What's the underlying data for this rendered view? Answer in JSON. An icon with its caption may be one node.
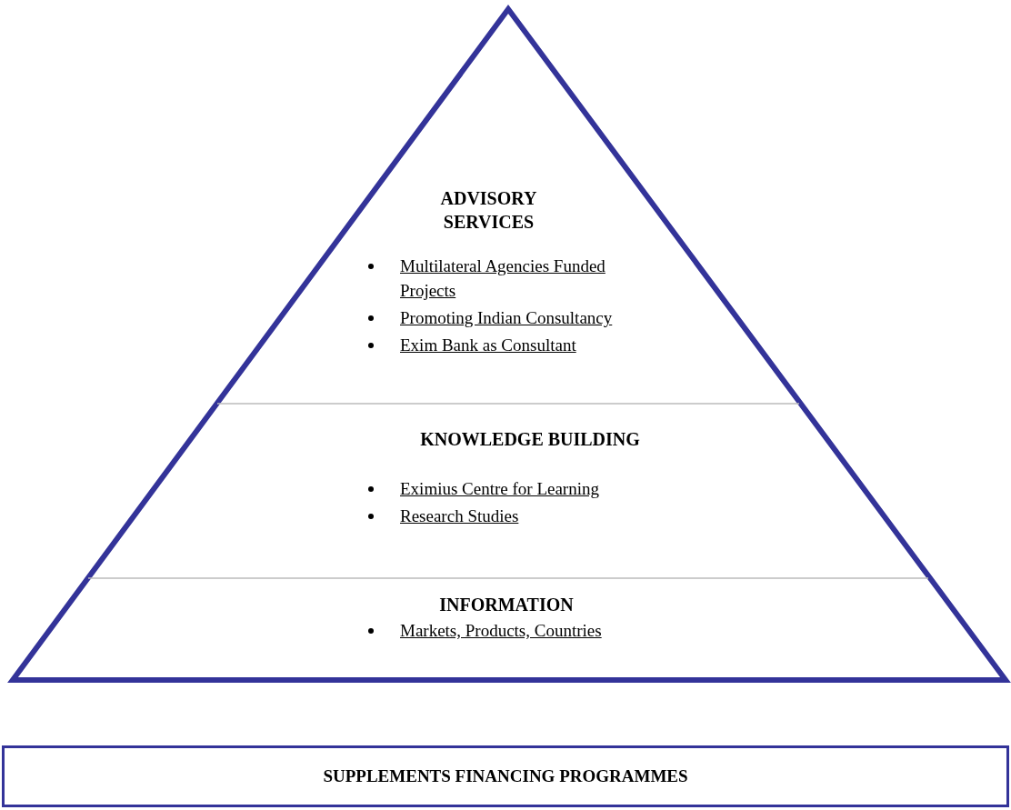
{
  "diagram": {
    "nodes": [
      {
        "text": [],
        "shape": "triangle"
      },
      {
        "text": [
          "ADVISORY SERVICES",
          "Multilateral Agencies Funded Projects",
          "Promoting Indian Consultancy",
          "Exim Bank as Consultant"
        ],
        "in": 0
      },
      {
        "text": [
          "KNOWLEDGE BUILDING",
          "Eximius Centre for Learning",
          "Research Studies"
        ],
        "in": 0
      },
      {
        "text": [
          "INFORMATION",
          "Markets, Products, Countries"
        ],
        "in": 0
      },
      {
        "text": [
          "SUPPLEMENTS FINANCING PROGRAMMES"
        ]
      }
    ]
  }
}
